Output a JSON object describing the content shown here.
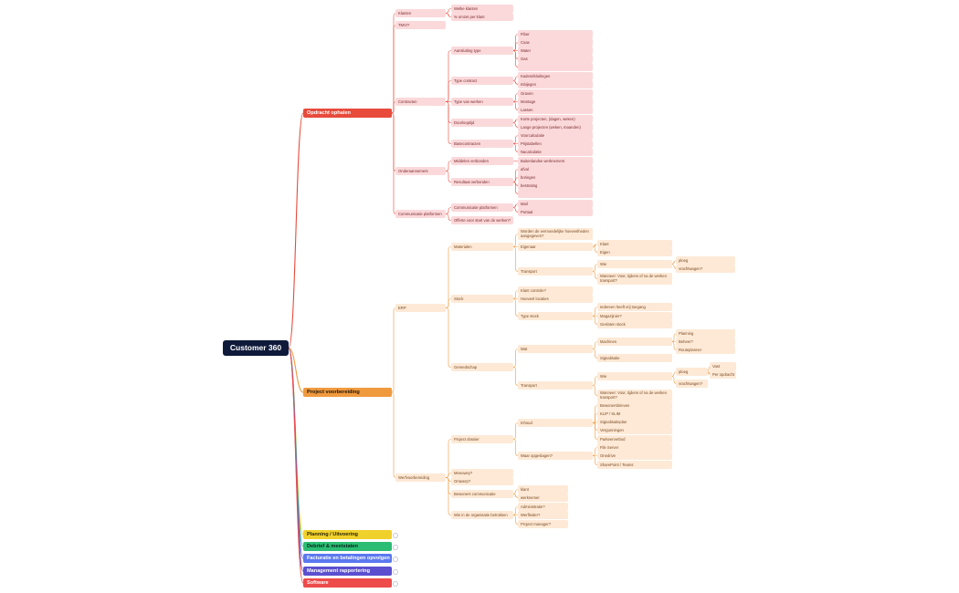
{
  "root": "Customer 360",
  "colors": {
    "red": "#e84b3c",
    "orange": "#f09a3e",
    "yellow": "#f0d12c",
    "green": "#2bbd73",
    "blue": "#5b78f0",
    "purple": "#5b4fd0",
    "red2": "#ee4b4b",
    "root": "#0f1a3a"
  },
  "branches": [
    {
      "label": "Opdracht ophalen",
      "color": "red"
    },
    {
      "label": "Project voorbereiding",
      "color": "orange"
    },
    {
      "label": "Planning / Uitvoering",
      "color": "yellow"
    },
    {
      "label": "Debrief & meetstaten",
      "color": "green"
    },
    {
      "label": "Facturatie en betalingen opvolgen",
      "color": "blue"
    },
    {
      "label": "Management rapportering",
      "color": "purple"
    },
    {
      "label": "Software",
      "color": "red2"
    }
  ],
  "nodes": [
    {
      "id": "a1",
      "label": "Klanten"
    },
    {
      "id": "a1a",
      "label": "Welke klanten"
    },
    {
      "id": "a1b",
      "label": "% omzet per klant"
    },
    {
      "id": "a2",
      "label": "TMVI?"
    },
    {
      "id": "a3",
      "label": "Contracten"
    },
    {
      "id": "a3a",
      "label": "Aansluiting type"
    },
    {
      "id": "a3a1",
      "label": "Fiber"
    },
    {
      "id": "a3a2",
      "label": "Coax"
    },
    {
      "id": "a3a3",
      "label": "Water"
    },
    {
      "id": "a3a4",
      "label": "Gas"
    },
    {
      "id": "a3a5",
      "label": ""
    },
    {
      "id": "a3b",
      "label": "Type contract"
    },
    {
      "id": "a3b1",
      "label": "Kaderafsluitingen"
    },
    {
      "id": "a3b2",
      "label": "Inbijegen"
    },
    {
      "id": "a3c",
      "label": "Type van werken"
    },
    {
      "id": "a3c1",
      "label": "Graven"
    },
    {
      "id": "a3c2",
      "label": "Montage"
    },
    {
      "id": "a3c3",
      "label": "Lassen"
    },
    {
      "id": "a3d",
      "label": "Doorlooptijd"
    },
    {
      "id": "a3d1",
      "label": "Korte projecten, (dagen, weken)"
    },
    {
      "id": "a3d2",
      "label": "Lange projecten (weken, maanden)"
    },
    {
      "id": "a3e",
      "label": "Basecontracten"
    },
    {
      "id": "a3e1",
      "label": "Voorcalculatie"
    },
    {
      "id": "a3e2",
      "label": "Prijstabellen"
    },
    {
      "id": "a3e3",
      "label": "Nacalculatie"
    },
    {
      "id": "a4",
      "label": "Onderaannemers"
    },
    {
      "id": "a4a",
      "label": "Middelen verbonden"
    },
    {
      "id": "a4a1",
      "label": "Buitenlandse werknemers"
    },
    {
      "id": "a4b",
      "label": "Resultaat verbonden"
    },
    {
      "id": "a4b1",
      "label": "afval"
    },
    {
      "id": "a4b2",
      "label": "boringen"
    },
    {
      "id": "a4b3",
      "label": "bestrating"
    },
    {
      "id": "a4b4",
      "label": ""
    },
    {
      "id": "a5",
      "label": "Communicatie platformen"
    },
    {
      "id": "a5a",
      "label": "Communicatie platformen"
    },
    {
      "id": "a5a1",
      "label": "Mail"
    },
    {
      "id": "a5a2",
      "label": "Portaal"
    },
    {
      "id": "a5b",
      "label": "Offerte voor start van de werken?"
    },
    {
      "id": "b1",
      "label": "ERP"
    },
    {
      "id": "b1a",
      "label": "Materialen"
    },
    {
      "id": "b1a1",
      "label": "Worden de vermoedelijke hoeveelheden aangegeven?"
    },
    {
      "id": "b1a2",
      "label": "Eigenaar"
    },
    {
      "id": "b1a2a",
      "label": "Klant"
    },
    {
      "id": "b1a2b",
      "label": "Eigen"
    },
    {
      "id": "b1a3",
      "label": "Transport"
    },
    {
      "id": "b1a3a",
      "label": "Wie"
    },
    {
      "id": "b1a3a1",
      "label": "ploeg"
    },
    {
      "id": "b1a3a2",
      "label": "vrachtwagen?"
    },
    {
      "id": "b1a3b",
      "label": "Wanneer: Voor, tijdens of na de werken transport?"
    },
    {
      "id": "b1b",
      "label": "Stock"
    },
    {
      "id": "b1b1",
      "label": "Klant controle?"
    },
    {
      "id": "b1b2",
      "label": "Hoeveel locaties"
    },
    {
      "id": "b1b3",
      "label": "Type stock"
    },
    {
      "id": "b1b3a",
      "label": "Iedereen heeft vrij toegang"
    },
    {
      "id": "b1b3b",
      "label": "Magazijnier?"
    },
    {
      "id": "b1b3c",
      "label": "Gesloten stock"
    },
    {
      "id": "b1c",
      "label": "Gereedschap"
    },
    {
      "id": "b1c1",
      "label": "Wat"
    },
    {
      "id": "b1c1a",
      "label": "Machines"
    },
    {
      "id": "b1c1a1",
      "label": "Planning"
    },
    {
      "id": "b1c1a2",
      "label": "Beheer?"
    },
    {
      "id": "b1c1a3",
      "label": "Routeplanner"
    },
    {
      "id": "b1c1b",
      "label": "Signalisatie"
    },
    {
      "id": "b1c2",
      "label": "Transport"
    },
    {
      "id": "b1c2a",
      "label": "Wie"
    },
    {
      "id": "b1c2a1",
      "label": "ploeg"
    },
    {
      "id": "b1c2a1a",
      "label": "Vast"
    },
    {
      "id": "b1c2a1b",
      "label": "Per opdracht"
    },
    {
      "id": "b1c2a2",
      "label": "vrachtwagen?"
    },
    {
      "id": "b1c2b",
      "label": "Wanneer: Voor, tijdens of na de werken transport?"
    },
    {
      "id": "b2",
      "label": "Werfvoorbereiding"
    },
    {
      "id": "b2a",
      "label": "Project dossier"
    },
    {
      "id": "b2a1",
      "label": "Inhoud"
    },
    {
      "id": "b2a1a",
      "label": "Bewonersbrieven"
    },
    {
      "id": "b2a1b",
      "label": "KLIP / KLIM"
    },
    {
      "id": "b2a1c",
      "label": "Signalisatieplan"
    },
    {
      "id": "b2a1d",
      "label": "Vergunningen"
    },
    {
      "id": "b2a1e",
      "label": "Parkeerverbod"
    },
    {
      "id": "b2a2",
      "label": "Waar opgeslagen?"
    },
    {
      "id": "b2a2a",
      "label": "File Server"
    },
    {
      "id": "b2a2b",
      "label": "Onedrive"
    },
    {
      "id": "b2a2c",
      "label": "SharePoint / Teams"
    },
    {
      "id": "b2b",
      "label": "Meeuwey?"
    },
    {
      "id": "b2c",
      "label": "Ontwerp?"
    },
    {
      "id": "b2d",
      "label": "Bewoners communicatie"
    },
    {
      "id": "b2d1",
      "label": "klant"
    },
    {
      "id": "b2d2",
      "label": "werknemer"
    },
    {
      "id": "b2e",
      "label": "Wie in de organisatie betrokken"
    },
    {
      "id": "b2e1",
      "label": "Administratie?"
    },
    {
      "id": "b2e2",
      "label": "Werfleider?"
    },
    {
      "id": "b2e3",
      "label": "Project manager?"
    }
  ]
}
